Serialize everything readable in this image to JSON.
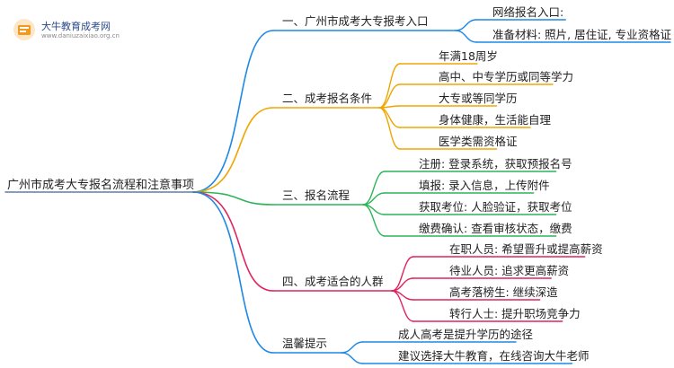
{
  "logo": {
    "name": "大牛教育成考网",
    "url": "www.daniuzaixiao.org.cn"
  },
  "mindmap": {
    "root": "广州市成考大专报名流程和注意事项",
    "branches": [
      {
        "label": "一、广州市成考大专报考入口",
        "color": "#1e88e5",
        "items": [
          "网络报名入口:",
          "准备材料: 照片, 居住证, 专业资格证"
        ]
      },
      {
        "label": "二、成考报名条件",
        "color": "#f0a500",
        "items": [
          "年满18周岁",
          "高中、中专学历或同等学力",
          "大专或等同学历",
          "身体健康，生活能自理",
          "医学类需资格证"
        ]
      },
      {
        "label": "三、报名流程",
        "color": "#2fb45a",
        "items": [
          "注册: 登录系统，获取预报名号",
          "填报: 录入信息，上传附件",
          "获取考位: 人脸验证，获取考位",
          "缴费确认: 查看审核状态，缴费"
        ]
      },
      {
        "label": "四、成考适合的人群",
        "color": "#e0245e",
        "items": [
          "在职人员: 希望晋升或提高薪资",
          "待业人员: 追求更高薪资",
          "高考落榜生: 继续深造",
          "转行人士: 提升职场竞争力"
        ]
      },
      {
        "label": "温馨提示",
        "color": "#1e88e5",
        "items": [
          "成人高考是提升学历的途径",
          "建议选择大牛教育，在线咨询大牛老师"
        ]
      }
    ]
  }
}
